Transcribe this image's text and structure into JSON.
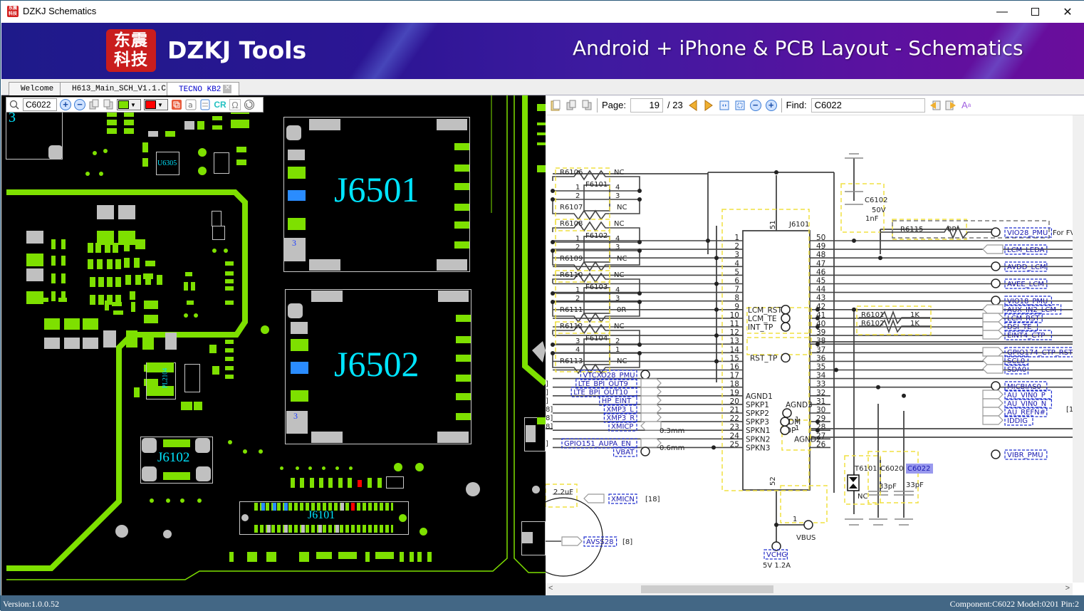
{
  "window": {
    "title": "DZKJ Schematics",
    "minimize_icon": "minimize-icon",
    "maximize_icon": "maximize-icon",
    "close_icon": "close-icon"
  },
  "banner": {
    "logo_text_line1": "东震",
    "logo_text_line2": "科技",
    "brand": "DZKJ Tools",
    "tagline": "Android + iPhone & PCB Layout - Schematics"
  },
  "tabs": [
    {
      "label": "Welcome",
      "active": false
    },
    {
      "label": "H613_Main_SCH_V1.1.C",
      "active": false
    },
    {
      "label": "TECNO KB2",
      "active": true
    }
  ],
  "pcb_toolbar": {
    "search_value": "C6022",
    "color1": "#7ee000",
    "color2": "#ff0000",
    "cr_label": "CR",
    "omega_label": "Ω"
  },
  "pcb": {
    "labels": {
      "j6501": "J6501",
      "j6502": "J6502",
      "j6102": "J6102",
      "j6101": "J6101",
      "u6305": "U6305",
      "l2104": "PL2104",
      "pin3_a": "3",
      "pin3_b": "3",
      "corner3": "3"
    }
  },
  "sch_toolbar": {
    "page_label": "Page:",
    "page_current": "19",
    "page_total": "/ 23",
    "find_label": "Find:",
    "find_value": "C6022"
  },
  "schematic": {
    "connector": "J6101",
    "pin51": "51",
    "pin52": "52",
    "left_pins": [
      "1",
      "2",
      "3",
      "4",
      "5",
      "6",
      "7",
      "8",
      "9",
      "10",
      "11",
      "12",
      "13",
      "14",
      "15",
      "16",
      "17",
      "18",
      "19",
      "20",
      "21",
      "22",
      "23",
      "24",
      "25"
    ],
    "right_pins": [
      "50",
      "49",
      "48",
      "47",
      "46",
      "45",
      "44",
      "43",
      "42",
      "41",
      "40",
      "39",
      "38",
      "37",
      "36",
      "35",
      "34",
      "33",
      "32",
      "31",
      "30",
      "29",
      "28",
      "27",
      "26"
    ],
    "internal_left": [
      "AGND1",
      "SPKP1",
      "SPKP2",
      "SPKP3",
      "SPKN1",
      "SPKN2",
      "SPKN3"
    ],
    "internal_right": {
      "agnd3": "AGND3",
      "agnd2": "AGND2",
      "dm": "DM",
      "dp": "DP",
      "one_a": "1",
      "one_b": "1"
    },
    "testpoints": [
      "LCM_RST",
      "LCM_TE",
      "INT_TP",
      "RST_TP"
    ],
    "filters": [
      {
        "r_top": "R6106",
        "r_top_val": "NC",
        "f": "F6101",
        "p1": "1",
        "p2": "2",
        "p3": "3",
        "p4": "4",
        "r_bot": "R6107",
        "r_bot_val": "NC"
      },
      {
        "r_top": "R6108",
        "r_top_val": "NC",
        "f": "F6102",
        "p1": "1",
        "p2": "2",
        "p3": "3",
        "p4": "4",
        "r_bot": "R6109",
        "r_bot_val": "NC"
      },
      {
        "r_top": "R6110",
        "r_top_val": "NC",
        "f": "F6103",
        "p1": "1",
        "p2": "2",
        "p3": "3",
        "p4": "4",
        "r_bot": "R6111",
        "r_bot_val": "0R"
      },
      {
        "r_top": "R6112",
        "r_top_val": "NC",
        "f": "F6104",
        "p1": "3",
        "p2": "4",
        "p3": "1",
        "p4": "2",
        "r_bot": "R6113",
        "r_bot_val": "NC"
      }
    ],
    "c6102": {
      "ref": "C6102",
      "v": "50V",
      "val": "1nF"
    },
    "r6115": {
      "ref": "R6115",
      "val": "0R",
      "note": "For FV"
    },
    "r6101": {
      "ref": "R6101",
      "val": "1K"
    },
    "r6102": {
      "ref": "R6102",
      "val": "1K"
    },
    "right_nets": [
      "VIO28_PMU",
      "LCM_LEDA",
      "AVDD_LCM",
      "AVEE_LCM",
      "VIO18_PMU",
      "AUX_IN2_LCM",
      "LCM_RST",
      "DSI_TE",
      "EINT4_CTP",
      "GPIO174_CTP_RST",
      "SCL0",
      "SDA0",
      "MICBIAS0",
      "AU_VIN0_P",
      "AU_VIN0_N",
      "AU_REFN#",
      "IDDIG",
      "VIBR_PMU"
    ],
    "right_ref": "[1",
    "left_nets": [
      "VTCXO28_PMU",
      "LTE_BPI_OUT9",
      "LTE_BPI_OUT10",
      "HP_EINT",
      "XMP3_L",
      "XMP3_R",
      "XMICP",
      "GPIO151_AUPA_EN",
      "VBAT"
    ],
    "left_refs": [
      "]",
      "]",
      "]",
      "8]",
      "8]",
      "8]",
      "]"
    ],
    "trace_03": "0.3mm",
    "trace_06": "0.6mm",
    "cap_22": "2.2uF",
    "xmicn": "XMICN",
    "xmicn_ref": "[18]",
    "avss28": "AVSS28",
    "avss28_ref": "[8]",
    "vbus": "VBUS",
    "vbus_pin": "1",
    "vchg": "VCHG",
    "vchg_note": "5V 1.2A",
    "t6101": "T6101",
    "t6101_val": "NC",
    "c6020": "C6020",
    "c6020_val": "33pF",
    "c6022": "C6022",
    "c6022_val": "33pF",
    "highlight_color": "#9999ee"
  },
  "status": {
    "version": "Version:1.0.0.52",
    "component": "Component:C6022 Model:0201 Pin:2"
  }
}
